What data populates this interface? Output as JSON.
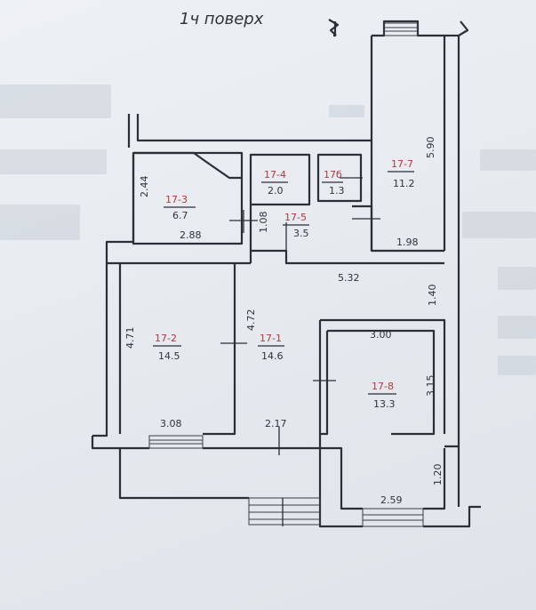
{
  "plan": {
    "title": "1ч поверх",
    "rooms": [
      {
        "label": "17-1",
        "area": "14.6"
      },
      {
        "label": "17-2",
        "area": "14.5"
      },
      {
        "label": "17-3",
        "area": "6.7"
      },
      {
        "label": "17-4",
        "area": "2.0"
      },
      {
        "label": "17-5",
        "area": "3.5"
      },
      {
        "label": "17б",
        "area": "1.3"
      },
      {
        "label": "17-7",
        "area": "11.2"
      },
      {
        "label": "17-8",
        "area": "13.3"
      }
    ],
    "dimensions": [
      "5.90",
      "2.44",
      "1.08",
      "2.88",
      "1.98",
      "5.32",
      "1.40",
      "4.71",
      "4.72",
      "3.00",
      "3.15",
      "3.08",
      "2.17",
      "1.20",
      "2.59"
    ]
  },
  "colors": {
    "ink": "#2b2f36",
    "room_label": "#b2393e",
    "paper": "#e9edf1"
  }
}
